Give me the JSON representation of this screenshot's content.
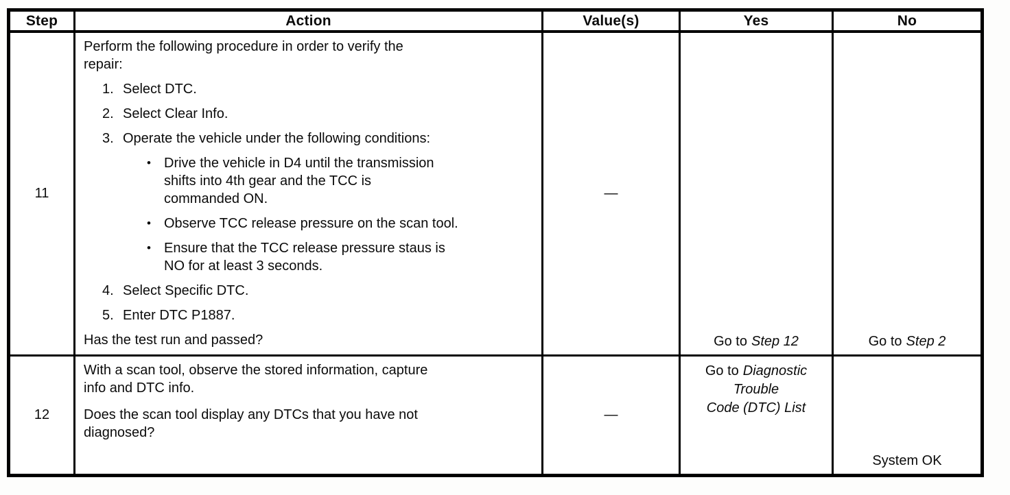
{
  "table": {
    "headers": {
      "step": "Step",
      "action": "Action",
      "values": "Value(s)",
      "yes": "Yes",
      "no": "No"
    },
    "bullet_char": "•",
    "row11": {
      "step": "11",
      "action": {
        "intro_lines": [
          "Perform the following procedure in order to verify the",
          "repair:"
        ],
        "items": [
          {
            "num": "1.",
            "text": "Select DTC."
          },
          {
            "num": "2.",
            "text": "Select Clear Info."
          },
          {
            "num": "3.",
            "text": "Operate the vehicle under the following conditions:"
          },
          {
            "num": "4.",
            "text": "Select Specific DTC."
          },
          {
            "num": "5.",
            "text": "Enter DTC P1887."
          }
        ],
        "bullets": [
          {
            "lines": [
              "Drive the vehicle in D4 until the transmission",
              "shifts into 4th gear and the TCC is",
              "commanded ON."
            ]
          },
          {
            "lines": [
              "Observe TCC release pressure on the scan tool."
            ]
          },
          {
            "lines": [
              "Ensure that the TCC release pressure staus is",
              "NO for at least 3 seconds."
            ]
          }
        ],
        "question": "Has the test run and passed?"
      },
      "value": "—",
      "yes": {
        "prefix": "Go to",
        "target": "Step 12"
      },
      "no": {
        "prefix": "Go to",
        "target": "Step 2"
      }
    },
    "row12": {
      "step": "12",
      "action": {
        "para1_lines": [
          "With a scan tool, observe the stored information, capture",
          "info and DTC info."
        ],
        "para2_lines": [
          "Does the scan tool display any DTCs that you have not",
          "diagnosed?"
        ]
      },
      "value": "—",
      "yes": {
        "prefix": "Go to",
        "italic_lines": [
          "Diagnostic",
          "Trouble",
          "Code (DTC) List"
        ]
      },
      "no": "System OK"
    }
  }
}
